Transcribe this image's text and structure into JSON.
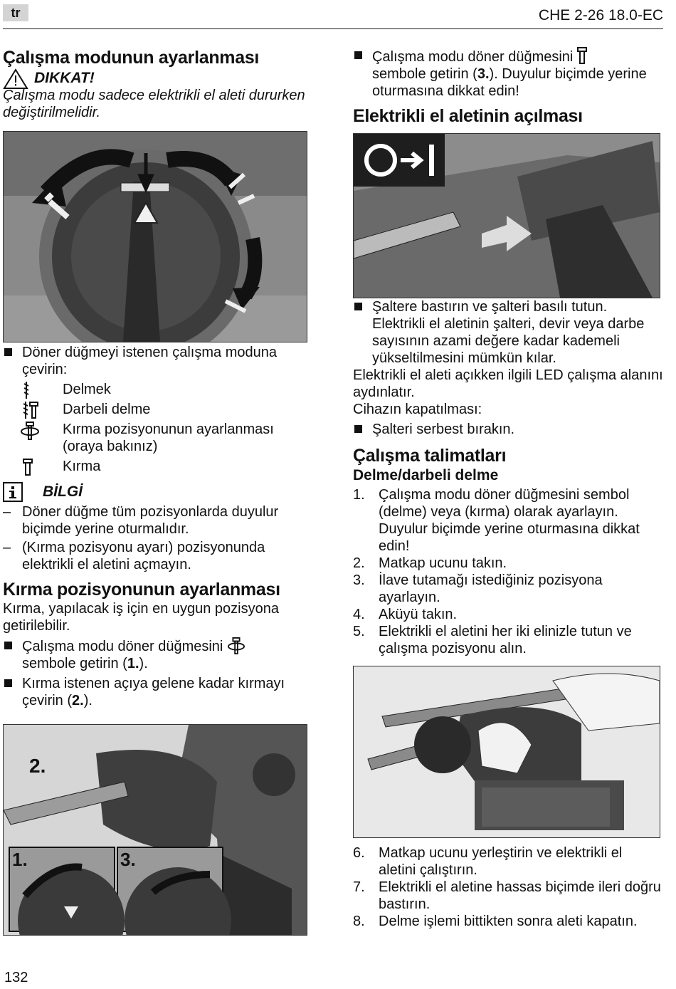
{
  "header": {
    "lang": "tr",
    "model": "CHE 2-26 18.0-EC"
  },
  "left": {
    "s1_title": "Çalışma modunun ayarlanması",
    "warn_label": "DIKKAT!",
    "warn_text": "Çalışma modu sadece elektrikli el aleti dururken değiştirilmelidir.",
    "bullet1": "Döner düğmeyi istenen çalışma moduna çevirin:",
    "modes": [
      {
        "icon": "drill-icon",
        "label": "Delmek"
      },
      {
        "icon": "hammer-drill-icon",
        "label": "Darbeli delme"
      },
      {
        "icon": "chisel-adjust-icon",
        "label": "Kırma pozisyonunun ayarlanması (oraya bakınız)"
      },
      {
        "icon": "chisel-icon",
        "label": "Kırma"
      }
    ],
    "info_label": "BİLGİ",
    "info1": "Döner düğme tüm pozisyonlarda duyulur biçimde yerine oturmalıdır.",
    "info2": "(Kırma pozisyonu ayarı) pozisyonunda elektrikli el aletini açmayın.",
    "s2_title": "Kırma pozisyonunun ayarlanması",
    "s2_text": "Kırma, yapılacak iş için en uygun pozisyona getirilebilir.",
    "s2_b1a": "Çalışma modu döner düğmesini",
    "s2_b1b": "sembole getirin (",
    "s2_b1num": "1.",
    "s2_b1end": ").",
    "s2_b2a": "Kırma istenen açıya gelene kadar kırmayı çevirin (",
    "s2_b2num": "2.",
    "s2_b2end": ").",
    "fig_labels": {
      "step2": "2.",
      "step1": "1.",
      "step3": "3."
    }
  },
  "right": {
    "top_b1a": "Çalışma modu döner düğmesini",
    "top_b1b": "sembole getirin (",
    "top_b1num": "3.",
    "top_b1end": "). Duyulur biçimde yerine oturmasına dikkat edin!",
    "s3_title": "Elektrikli el aletinin açılması",
    "s3_b1": "Şaltere bastırın ve şalteri basılı tutun. Elektrikli el aletinin şalteri, devir veya darbe sayısının azami değere kadar kademeli yükseltilmesini mümkün kılar.",
    "s3_p1": "Elektrikli el aleti açıkken ilgili LED çalışma alanını aydınlatır.",
    "s3_p2": "Cihazın kapatılması:",
    "s3_b2": "Şalteri serbest bırakın.",
    "s4_title": "Çalışma talimatları",
    "s4_sub": "Delme/darbeli delme",
    "steps_a": [
      {
        "n": "1.",
        "t": "Çalışma modu döner düğmesini sembol (delme) veya (kırma) olarak ayarlayın. Duyulur biçimde yerine oturmasına dikkat edin!"
      },
      {
        "n": "2.",
        "t": "Matkap ucunu takın."
      },
      {
        "n": "3.",
        "t": "İlave tutamağı istediğiniz pozisyona ayarlayın."
      },
      {
        "n": "4.",
        "t": "Aküyü takın."
      },
      {
        "n": "5.",
        "t": "Elektrikli el aletini her iki elinizle tutun ve çalışma pozisyonu alın."
      }
    ],
    "steps_b": [
      {
        "n": "6.",
        "t": "Matkap ucunu yerleştirin ve elektrikli el aletini çalıştırın."
      },
      {
        "n": "7.",
        "t": "Elektrikli el aletine hassas biçimde ileri doğru bastırın."
      },
      {
        "n": "8.",
        "t": "Delme işlemi bittikten sonra aleti kapatın."
      }
    ]
  },
  "footer": {
    "page": "132"
  }
}
